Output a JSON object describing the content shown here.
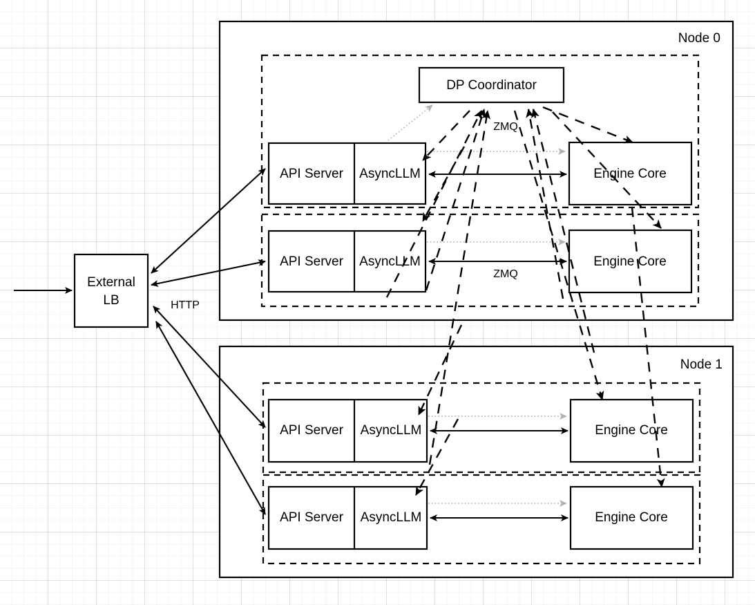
{
  "diagram": {
    "title": "vLLM data-parallel deployment topology",
    "colors": {
      "stroke": "#000000",
      "background": "#ffffff",
      "dotted_gray": "#b3b3b3",
      "grid_minor": "rgba(0,0,0,0.035)",
      "grid_major": "rgba(0,0,0,0.085)"
    },
    "external": {
      "lb_label_line1": "External",
      "lb_label_line2": "LB",
      "http_label": "HTTP"
    },
    "coordinator": {
      "label": "DP Coordinator"
    },
    "edge_labels": {
      "zmq_top": "ZMQ",
      "zmq_middle": "ZMQ"
    },
    "nodes": [
      {
        "label": "Node 0",
        "groups": [
          {
            "api_server": "API Server",
            "async_llm": "AsyncLLM",
            "engine_core": "Engine Core"
          },
          {
            "api_server": "API Server",
            "async_llm": "AsyncLLM",
            "engine_core": "Engine Core"
          }
        ]
      },
      {
        "label": "Node 1",
        "groups": [
          {
            "api_server": "API Server",
            "async_llm": "AsyncLLM",
            "engine_core": "Engine Core"
          },
          {
            "api_server": "API Server",
            "async_llm": "AsyncLLM",
            "engine_core": "Engine Core"
          }
        ]
      }
    ]
  }
}
